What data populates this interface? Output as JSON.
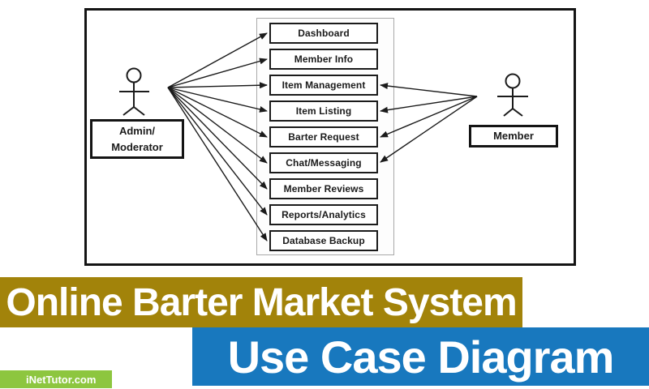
{
  "banner": {
    "title": "Online Barter Market System",
    "subtitle": "Use Case Diagram",
    "watermark": "iNetTutor.com",
    "colors": {
      "title_bg": "#a2830a",
      "subtitle_bg": "#1878be",
      "watermark_bg": "#8dc63f",
      "line_color": "#1b1b1b"
    }
  },
  "diagram": {
    "actors": [
      {
        "id": "admin",
        "label_lines": [
          "Admin/",
          "Moderator"
        ]
      },
      {
        "id": "member",
        "label_lines": [
          "Member"
        ]
      }
    ],
    "use_cases": [
      "Dashboard",
      "Member Info",
      "Item Management",
      "Item Listing",
      "Barter Request",
      "Chat/Messaging",
      "Member Reviews",
      "Reports/Analytics",
      "Database Backup"
    ],
    "associations": {
      "admin": [
        "Dashboard",
        "Member Info",
        "Item Management",
        "Item Listing",
        "Barter Request",
        "Chat/Messaging",
        "Member Reviews",
        "Reports/Analytics",
        "Database Backup"
      ],
      "member": [
        "Item Management",
        "Item Listing",
        "Barter Request",
        "Chat/Messaging"
      ]
    }
  }
}
